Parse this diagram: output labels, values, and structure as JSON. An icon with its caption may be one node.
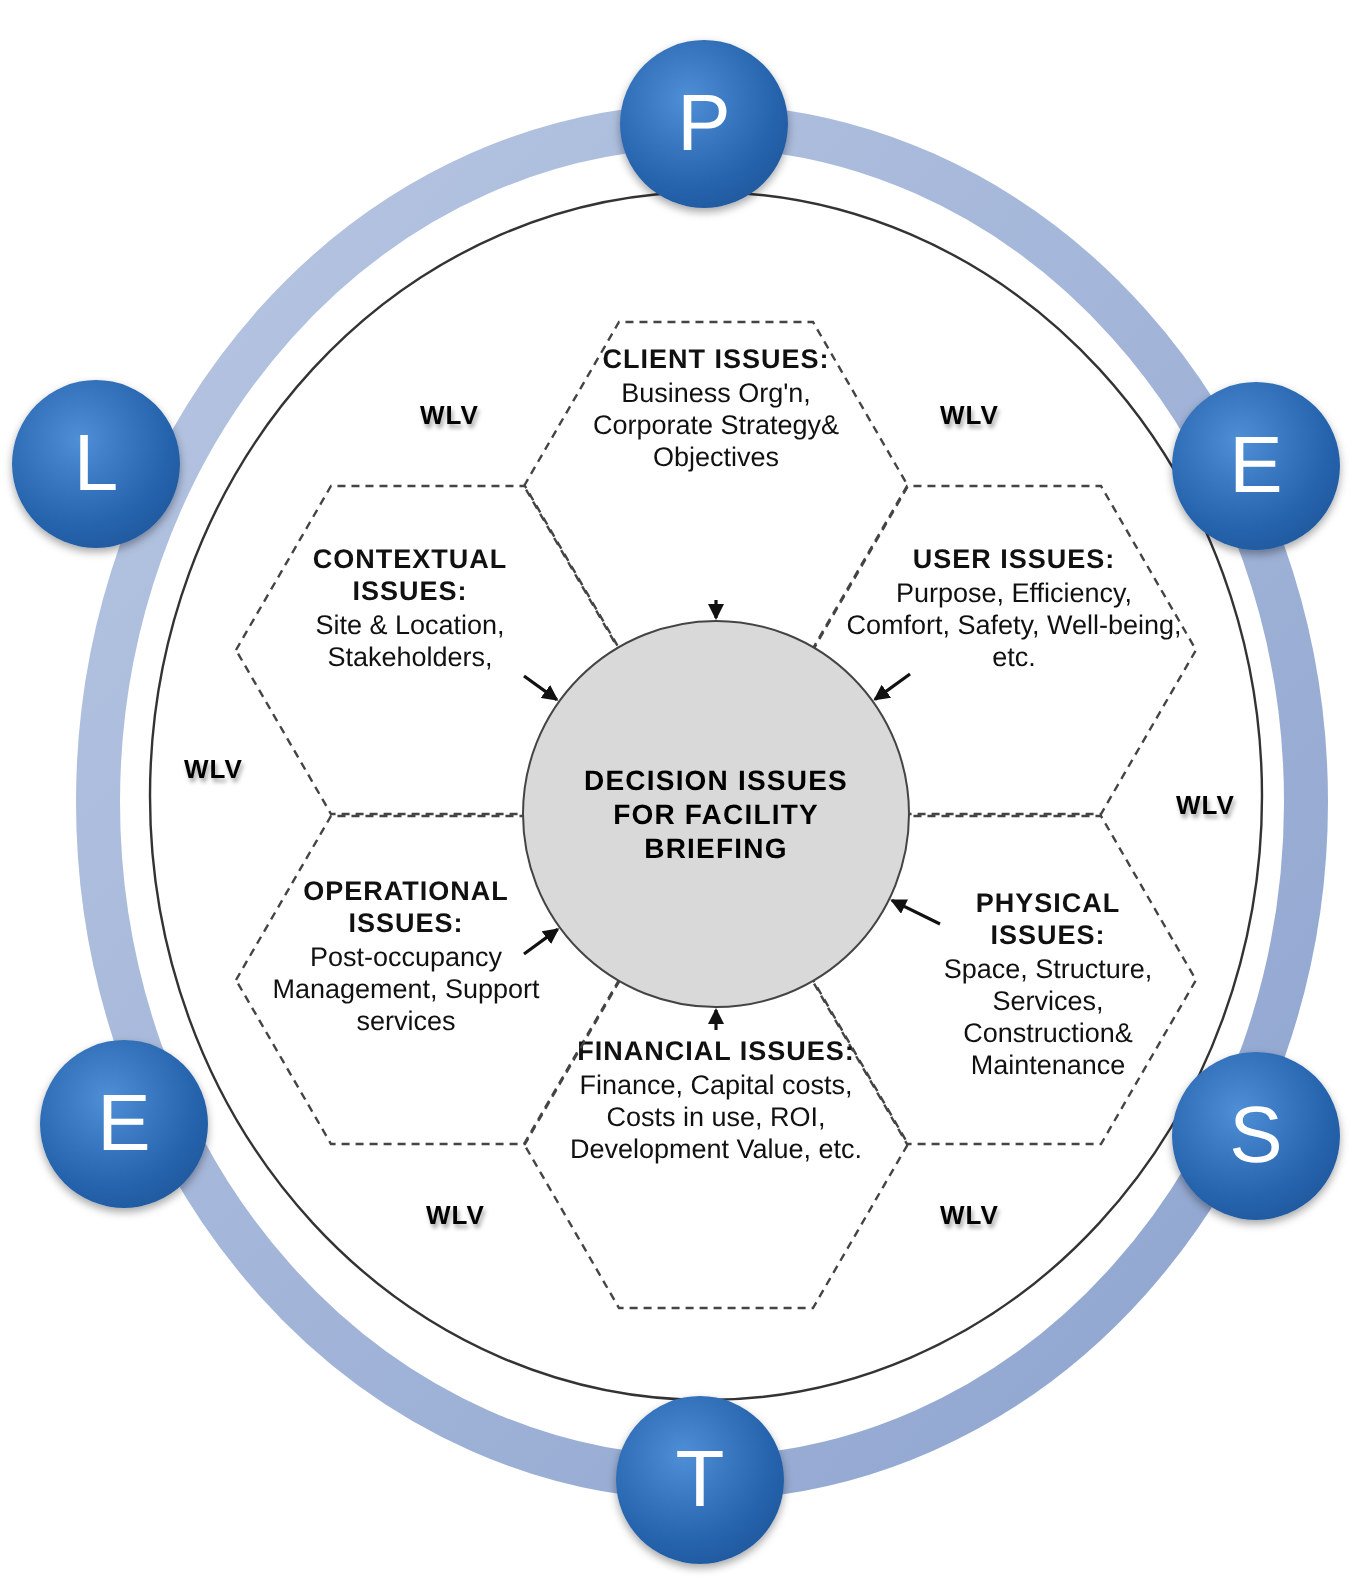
{
  "diagram": {
    "nodes": [
      {
        "text": [
          "P"
        ]
      },
      {
        "text": [
          "E"
        ]
      },
      {
        "text": [
          "S"
        ]
      },
      {
        "text": [
          "T"
        ]
      },
      {
        "text": [
          "E"
        ]
      },
      {
        "text": [
          "L"
        ]
      },
      {
        "text": [
          "DECISION ISSUES FOR FACILITY BRIEFING"
        ]
      },
      {
        "text": [
          "CLIENT ISSUES:",
          "Business Org'n, Corporate Strategy& Objectives"
        ]
      },
      {
        "text": [
          "USER ISSUES:",
          "Purpose, Efficiency, Comfort, Safety, Well-being, etc."
        ]
      },
      {
        "text": [
          "PHYSICAL ISSUES:",
          "Space, Structure, Services, Construction& Maintenance"
        ]
      },
      {
        "text": [
          "FINANCIAL ISSUES:",
          "Finance, Capital costs, Costs in use, ROI, Development Value, etc."
        ]
      },
      {
        "text": [
          "OPERATIONAL ISSUES:",
          "Post-occupancy Management, Support services"
        ]
      },
      {
        "text": [
          "CONTEXTUAL ISSUES:",
          "Site & Location, Stakeholders,"
        ]
      }
    ],
    "edges": [
      {
        "from": 7,
        "to": 6,
        "arrow": "to"
      },
      {
        "from": 8,
        "to": 6,
        "arrow": "to"
      },
      {
        "from": 9,
        "to": 6,
        "arrow": "to"
      },
      {
        "from": 10,
        "to": 6,
        "arrow": "to"
      },
      {
        "from": 11,
        "to": 6,
        "arrow": "to"
      },
      {
        "from": 12,
        "to": 6,
        "arrow": "to"
      }
    ],
    "labels": [
      "WLV",
      "WLV",
      "WLV",
      "WLV",
      "WLV",
      "WLV"
    ]
  }
}
